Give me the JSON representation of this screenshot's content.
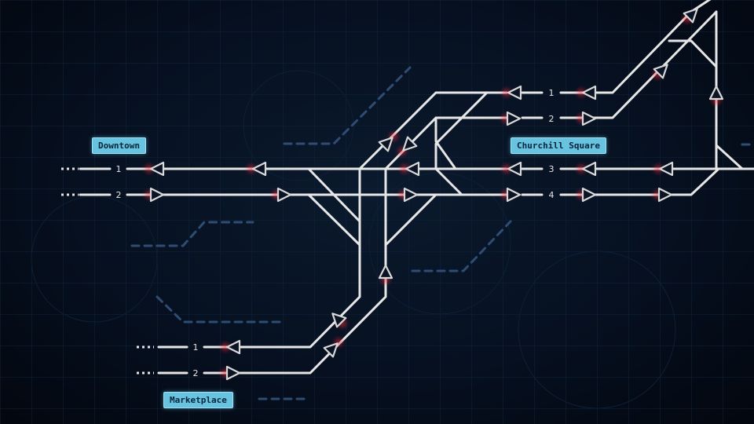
{
  "stations": {
    "downtown": "Downtown",
    "churchill": "Churchill Square",
    "marketplace": "Marketplace"
  },
  "platforms": {
    "downtown_1": "1",
    "downtown_2": "2",
    "churchill_1": "1",
    "churchill_2": "2",
    "churchill_3": "3",
    "churchill_4": "4",
    "marketplace_1": "1",
    "marketplace_2": "2"
  },
  "colors": {
    "background": "#050b16",
    "track": "#e6e6e6",
    "station_label": "#68c3e0",
    "signal_red": "#ff2a3a",
    "ghost_route": "#2f4d72"
  }
}
